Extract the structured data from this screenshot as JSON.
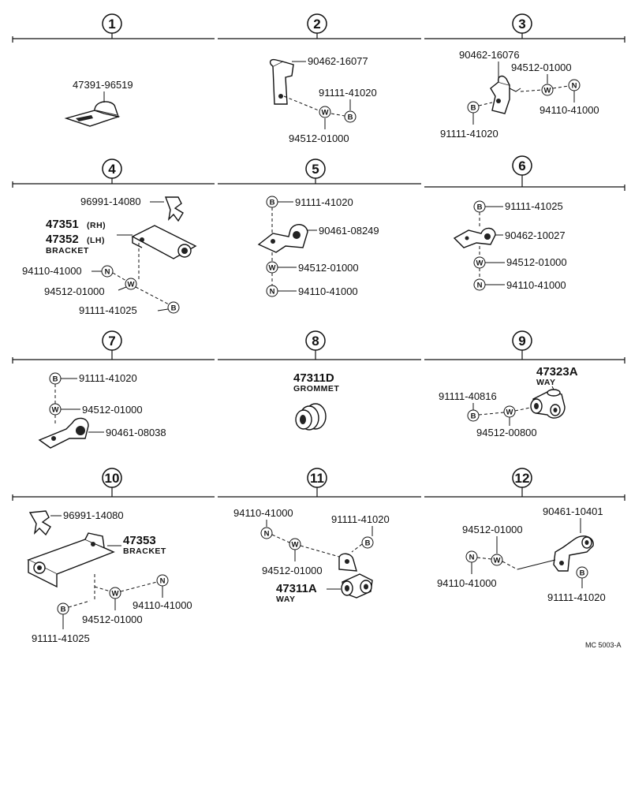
{
  "figure_code": "MC 5003-A",
  "symbols": {
    "bolt": "B",
    "washer": "W",
    "nut": "N"
  },
  "panels": [
    {
      "number": "1",
      "parts": [
        "47391-96519"
      ]
    },
    {
      "number": "2",
      "parts": [
        "90462-16077",
        "91111-41020",
        "94512-01000"
      ]
    },
    {
      "number": "3",
      "parts": [
        "90462-16076",
        "94512-01000",
        "94110-41000",
        "91111-41020"
      ]
    },
    {
      "number": "4",
      "parts": [
        "96991-14080",
        "47351",
        "(RH)",
        "47352",
        "(LH)",
        "BRACKET",
        "94110-41000",
        "94512-01000",
        "91111-41025"
      ]
    },
    {
      "number": "5",
      "parts": [
        "91111-41020",
        "90461-08249",
        "94512-01000",
        "94110-41000"
      ]
    },
    {
      "number": "6",
      "parts": [
        "91111-41025",
        "90462-10027",
        "94512-01000",
        "94110-41000"
      ]
    },
    {
      "number": "7",
      "parts": [
        "91111-41020",
        "94512-01000",
        "90461-08038"
      ]
    },
    {
      "number": "8",
      "parts": [
        "47311D",
        "GROMMET"
      ]
    },
    {
      "number": "9",
      "parts": [
        "47323A",
        "WAY",
        "91111-40816",
        "94512-00800"
      ]
    },
    {
      "number": "10",
      "parts": [
        "96991-14080",
        "47353",
        "BRACKET",
        "94110-41000",
        "94512-01000",
        "91111-41025"
      ]
    },
    {
      "number": "11",
      "parts": [
        "94110-41000",
        "91111-41020",
        "94512-01000",
        "47311A",
        "WAY"
      ]
    },
    {
      "number": "12",
      "parts": [
        "90461-10401",
        "94512-01000",
        "94110-41000",
        "91111-41020"
      ]
    }
  ]
}
